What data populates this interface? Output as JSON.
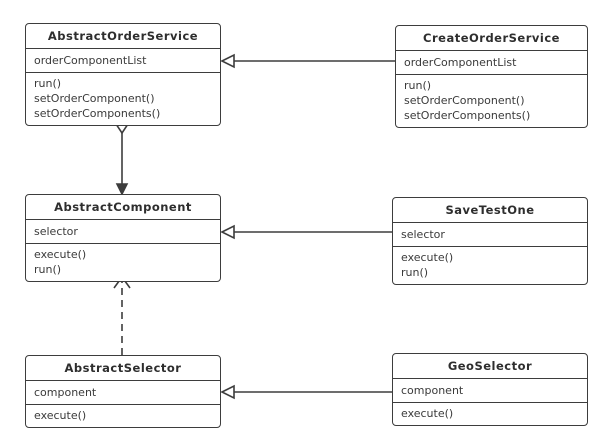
{
  "diagram": {
    "type": "uml-class-diagram",
    "colors": {
      "line": "#3d3d3d",
      "text": "#333333",
      "background": "#ffffff",
      "box_fill": "#ffffff"
    },
    "classes": [
      {
        "name": "AbstractOrderService",
        "attributes": [
          "orderComponentList"
        ],
        "methods": [
          "run()",
          "setOrderComponent()",
          "setOrderComponents()"
        ]
      },
      {
        "name": "CreateOrderService",
        "attributes": [
          "orderComponentList"
        ],
        "methods": [
          "run()",
          "setOrderComponent()",
          "setOrderComponents()"
        ]
      },
      {
        "name": "AbstractComponent",
        "attributes": [
          "selector"
        ],
        "methods": [
          "execute()",
          "run()"
        ]
      },
      {
        "name": "SaveTestOne",
        "attributes": [
          "selector"
        ],
        "methods": [
          "execute()",
          "run()"
        ]
      },
      {
        "name": "AbstractSelector",
        "attributes": [
          "component"
        ],
        "methods": [
          "execute()"
        ]
      },
      {
        "name": "GeoSelector",
        "attributes": [
          "component"
        ],
        "methods": [
          "execute()"
        ]
      }
    ],
    "relationships": [
      {
        "from": "CreateOrderService",
        "to": "AbstractOrderService",
        "type": "generalization",
        "line": "solid",
        "arrowhead": "hollow-triangle"
      },
      {
        "from": "AbstractOrderService",
        "to": "AbstractComponent",
        "type": "aggregation",
        "line": "solid",
        "tail": "hollow-diamond",
        "arrowhead": "filled-arrow"
      },
      {
        "from": "SaveTestOne",
        "to": "AbstractComponent",
        "type": "generalization",
        "line": "solid",
        "arrowhead": "hollow-triangle"
      },
      {
        "from": "AbstractSelector",
        "to": "AbstractComponent",
        "type": "dependency",
        "line": "dashed",
        "arrowhead": "open-arrow"
      },
      {
        "from": "GeoSelector",
        "to": "AbstractSelector",
        "type": "generalization",
        "line": "solid",
        "arrowhead": "hollow-triangle"
      }
    ]
  }
}
